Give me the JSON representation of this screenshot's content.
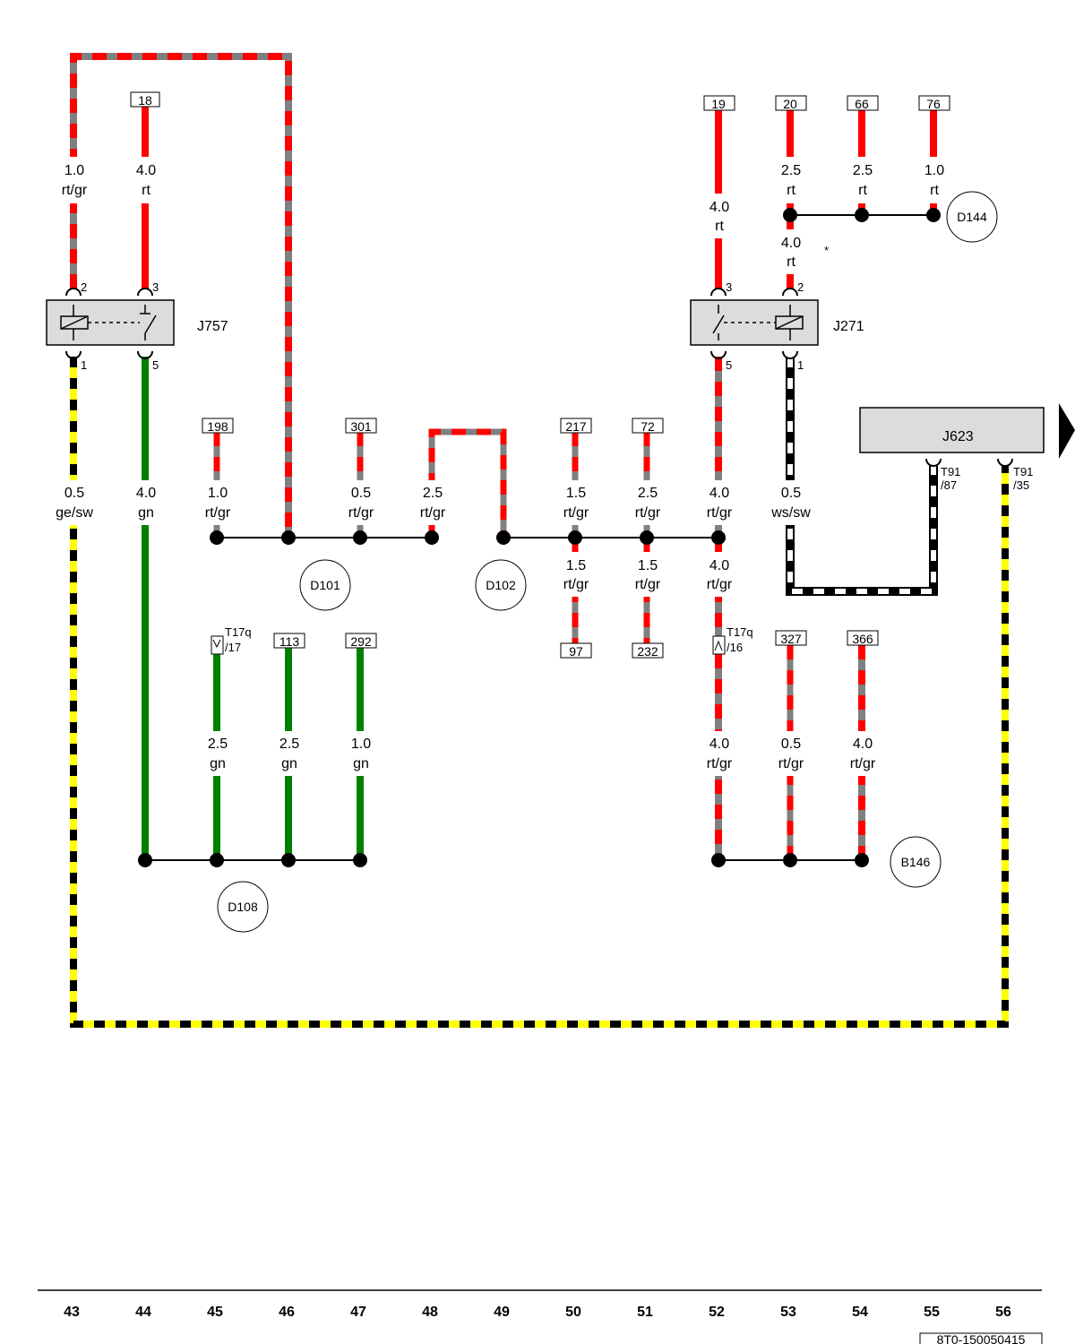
{
  "components": {
    "j757": {
      "name": "J757",
      "pins": {
        "p2": "2",
        "p3": "3",
        "p1": "1",
        "p5": "5"
      }
    },
    "j271": {
      "name": "J271",
      "pins": {
        "p3": "3",
        "p2": "2",
        "p5": "5",
        "p1": "1"
      }
    },
    "j623": {
      "name": "J623",
      "pins": {
        "a": "T91\n/87",
        "b": "T91\n/35"
      }
    }
  },
  "cross_refs": {
    "r18": "18",
    "r19": "19",
    "r20": "20",
    "r66": "66",
    "r76": "76",
    "r198": "198",
    "r301": "301",
    "r217": "217",
    "r72": "72",
    "r97": "97",
    "r232": "232",
    "r113": "113",
    "r292": "292",
    "r327": "327",
    "r366": "366"
  },
  "connectors": {
    "t17q17": {
      "l1": "T17q",
      "l2": "/17"
    },
    "t17q16": {
      "l1": "T17q",
      "l2": "/16"
    }
  },
  "junctions": {
    "d101": "D101",
    "d102": "D102",
    "d108": "D108",
    "d144": "D144",
    "b146": "B146"
  },
  "wires": {
    "w1": {
      "size": "1.0",
      "color": "rt/gr"
    },
    "w2": {
      "size": "4.0",
      "color": "rt"
    },
    "w3": {
      "size": "0.5",
      "color": "ge/sw"
    },
    "w4": {
      "size": "4.0",
      "color": "gn"
    },
    "w5": {
      "size": "1.0",
      "color": "rt/gr"
    },
    "w6": {
      "size": "0.5",
      "color": "rt/gr"
    },
    "w7": {
      "size": "2.5",
      "color": "rt/gr"
    },
    "w8": {
      "size": "1.5",
      "color": "rt/gr"
    },
    "w9": {
      "size": "2.5",
      "color": "rt/gr"
    },
    "w10": {
      "size": "4.0",
      "color": "rt/gr"
    },
    "w11": {
      "size": "0.5",
      "color": "ws/sw"
    },
    "w12": {
      "size": "1.5",
      "color": "rt/gr"
    },
    "w13": {
      "size": "1.5",
      "color": "rt/gr"
    },
    "w14": {
      "size": "4.0",
      "color": "rt/gr"
    },
    "w15": {
      "size": "2.5",
      "color": "gn"
    },
    "w16": {
      "size": "2.5",
      "color": "gn"
    },
    "w17": {
      "size": "1.0",
      "color": "gn"
    },
    "w18": {
      "size": "4.0",
      "color": "rt/gr"
    },
    "w19": {
      "size": "0.5",
      "color": "rt/gr"
    },
    "w20": {
      "size": "4.0",
      "color": "rt/gr"
    },
    "w21": {
      "size": "4.0",
      "color": "rt"
    },
    "w22": {
      "size": "2.5",
      "color": "rt"
    },
    "w23": {
      "size": "2.5",
      "color": "rt"
    },
    "w24": {
      "size": "1.0",
      "color": "rt"
    },
    "w25": {
      "size": "4.0",
      "color": "rt"
    }
  },
  "note_mark": "*",
  "columns": [
    "43",
    "44",
    "45",
    "46",
    "47",
    "48",
    "49",
    "50",
    "51",
    "52",
    "53",
    "54",
    "55",
    "56"
  ],
  "document_code": "8T0-150050415",
  "wire_colors": {
    "red": "#ff0000",
    "grey": "#808080",
    "green": "#008000",
    "yellow": "#ffff00",
    "black": "#000000",
    "white": "#ffffff"
  }
}
